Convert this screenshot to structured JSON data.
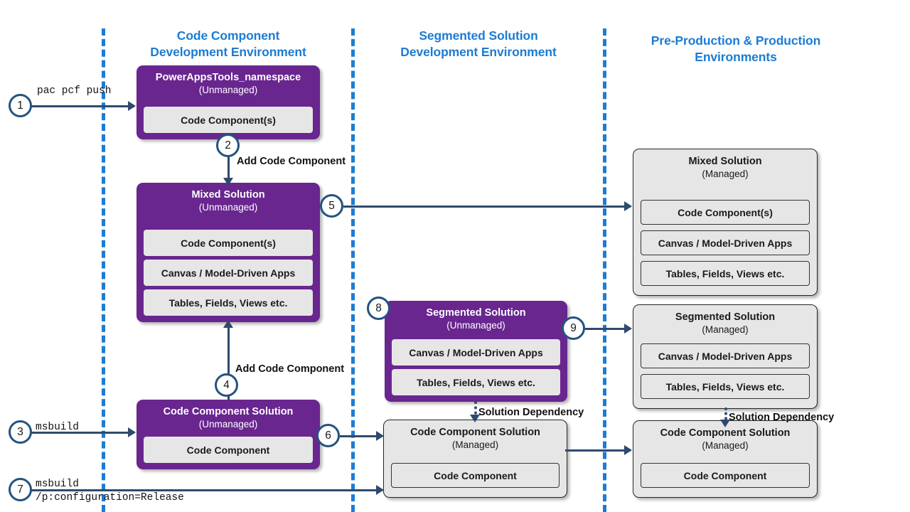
{
  "diagram": {
    "title": "Power Apps code component ALM flow",
    "accent_blue": "#1C7CD3",
    "purple": "#69268F",
    "grey": "#E6E6E6",
    "arrow_navy": "#2F4A6D"
  },
  "lanes": [
    {
      "id": "lane-code-component-dev",
      "title_line1": "Code Component",
      "title_line2": "Development Environment"
    },
    {
      "id": "lane-segmented-dev",
      "title_line1": "Segmented Solution",
      "title_line2": "Development Environment"
    },
    {
      "id": "lane-preprod-prod",
      "title_line1": "Pre-Production & Production",
      "title_line2": "Environments"
    }
  ],
  "boxes": {
    "powerappstools": {
      "title": "PowerAppsTools_namespace",
      "subtitle": "(Unmanaged)",
      "items": [
        "Code Component(s)"
      ]
    },
    "mixed_unmanaged": {
      "title": "Mixed Solution",
      "subtitle": "(Unmanaged)",
      "items": [
        "Code Component(s)",
        "Canvas / Model-Driven Apps",
        "Tables, Fields, Views etc."
      ]
    },
    "code_component_solution_unmanaged": {
      "title": "Code Component Solution",
      "subtitle": "(Unmanaged)",
      "items": [
        "Code Component"
      ]
    },
    "segmented_unmanaged": {
      "title": "Segmented Solution",
      "subtitle": "(Unmanaged)",
      "items": [
        "Canvas / Model-Driven Apps",
        "Tables, Fields, Views etc."
      ]
    },
    "code_component_solution_managed_mid": {
      "title": "Code Component Solution",
      "subtitle": "(Managed)",
      "items": [
        "Code Component"
      ]
    },
    "mixed_managed": {
      "title": "Mixed Solution",
      "subtitle": "(Managed)",
      "items": [
        "Code Component(s)",
        "Canvas / Model-Driven Apps",
        "Tables, Fields, Views etc."
      ]
    },
    "segmented_managed": {
      "title": "Segmented Solution",
      "subtitle": "(Managed)",
      "items": [
        "Canvas / Model-Driven Apps",
        "Tables, Fields, Views etc."
      ]
    },
    "code_component_solution_managed_right": {
      "title": "Code Component Solution",
      "subtitle": "(Managed)",
      "items": [
        "Code Component"
      ]
    }
  },
  "steps": [
    {
      "number": "1"
    },
    {
      "number": "2"
    },
    {
      "number": "3"
    },
    {
      "number": "4"
    },
    {
      "number": "5"
    },
    {
      "number": "6"
    },
    {
      "number": "7"
    },
    {
      "number": "8"
    },
    {
      "number": "9"
    }
  ],
  "labels": {
    "cmd_pac_pcf_push": "pac pcf push",
    "cmd_msbuild": "msbuild",
    "cmd_msbuild_release_line1": "msbuild",
    "cmd_msbuild_release_line2": "/p:configuration=Release",
    "add_code_component_top": "Add Code Component",
    "add_code_component_bottom": "Add Code Component",
    "solution_dependency_mid": "Solution Dependency",
    "solution_dependency_right": "Solution Dependency"
  }
}
